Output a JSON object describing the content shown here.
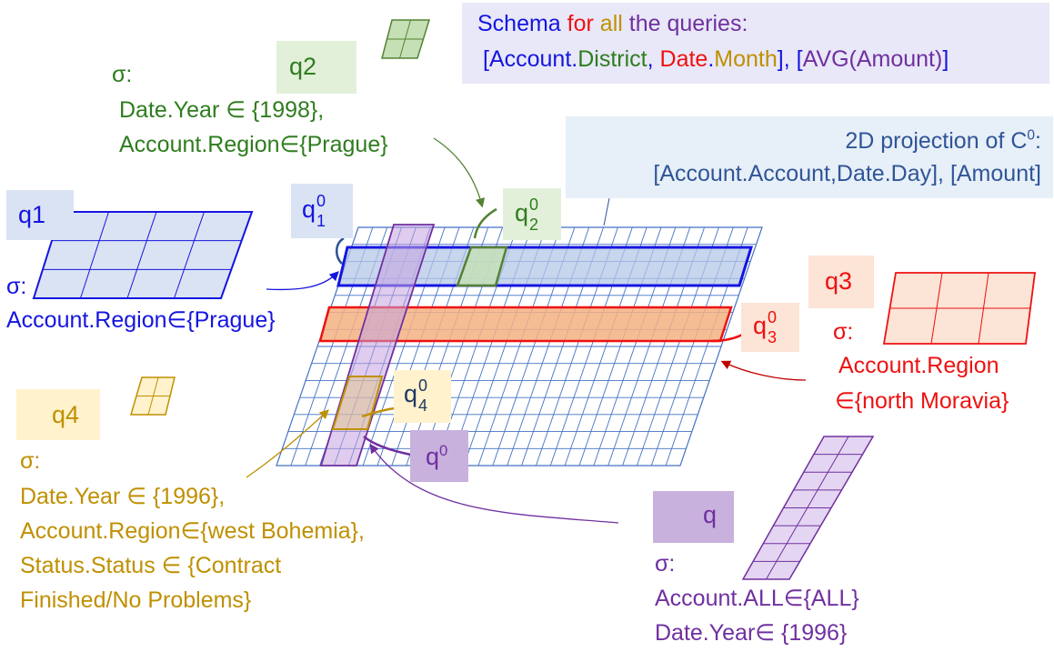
{
  "schema": {
    "line1": {
      "p1": "Schema ",
      "p2": "for ",
      "p3": "all ",
      "p4": "the queries:"
    },
    "line2": {
      "p1": "[Account.",
      "p2": "District",
      "p3": ", ",
      "p4": "Date",
      "p5": ".",
      "p6": "Month",
      "p7": "], [",
      "p8": "AVG(Amount)",
      "p9": "]"
    }
  },
  "projection": {
    "line1": "2D projection of C",
    "line1_sup": "0",
    "line1_end": ":",
    "line2": "[Account.Account,Date.Day], [Amount]"
  },
  "q1": {
    "label": "q1",
    "sigma": "σ:",
    "cond1": "Account.Region∈{Prague}",
    "proj_base": "q",
    "proj_sup": "0",
    "proj_sub": "1"
  },
  "q2": {
    "label": "q2",
    "sigma": "σ:",
    "cond1": "Date.Year ∈ {1998},",
    "cond2": "Account.Region∈{Prague}",
    "proj_base": "q",
    "proj_sup": "0",
    "proj_sub": "2"
  },
  "q3": {
    "label": "q3",
    "sigma": "σ:",
    "cond1": "Account.Region",
    "cond2": "∈{north Moravia}",
    "proj_base": "q",
    "proj_sup": "0",
    "proj_sub": "3"
  },
  "q4": {
    "label": "q4",
    "sigma": "σ:",
    "cond1": "Date.Year ∈ {1996},",
    "cond2": "Account.Region∈{west Bohemia},",
    "cond3": "Status.Status ∈ {Contract",
    "cond4": "Finished/No Problems}",
    "proj_base": "q",
    "proj_sup": "0",
    "proj_sub": "4"
  },
  "q": {
    "label": "q",
    "sigma": "σ:",
    "cond1": "Account.ALL∈{ALL}",
    "cond2": "Date.Year∈ {1996}",
    "proj_base": "q",
    "proj_sup": "0"
  },
  "colors": {
    "blue": "#1515e0",
    "green": "#2e7d1e",
    "red": "#ee1111",
    "gold": "#bf9000",
    "purple": "#7030a0",
    "slate": "#2f5597",
    "grid_line": "#4472c4"
  }
}
